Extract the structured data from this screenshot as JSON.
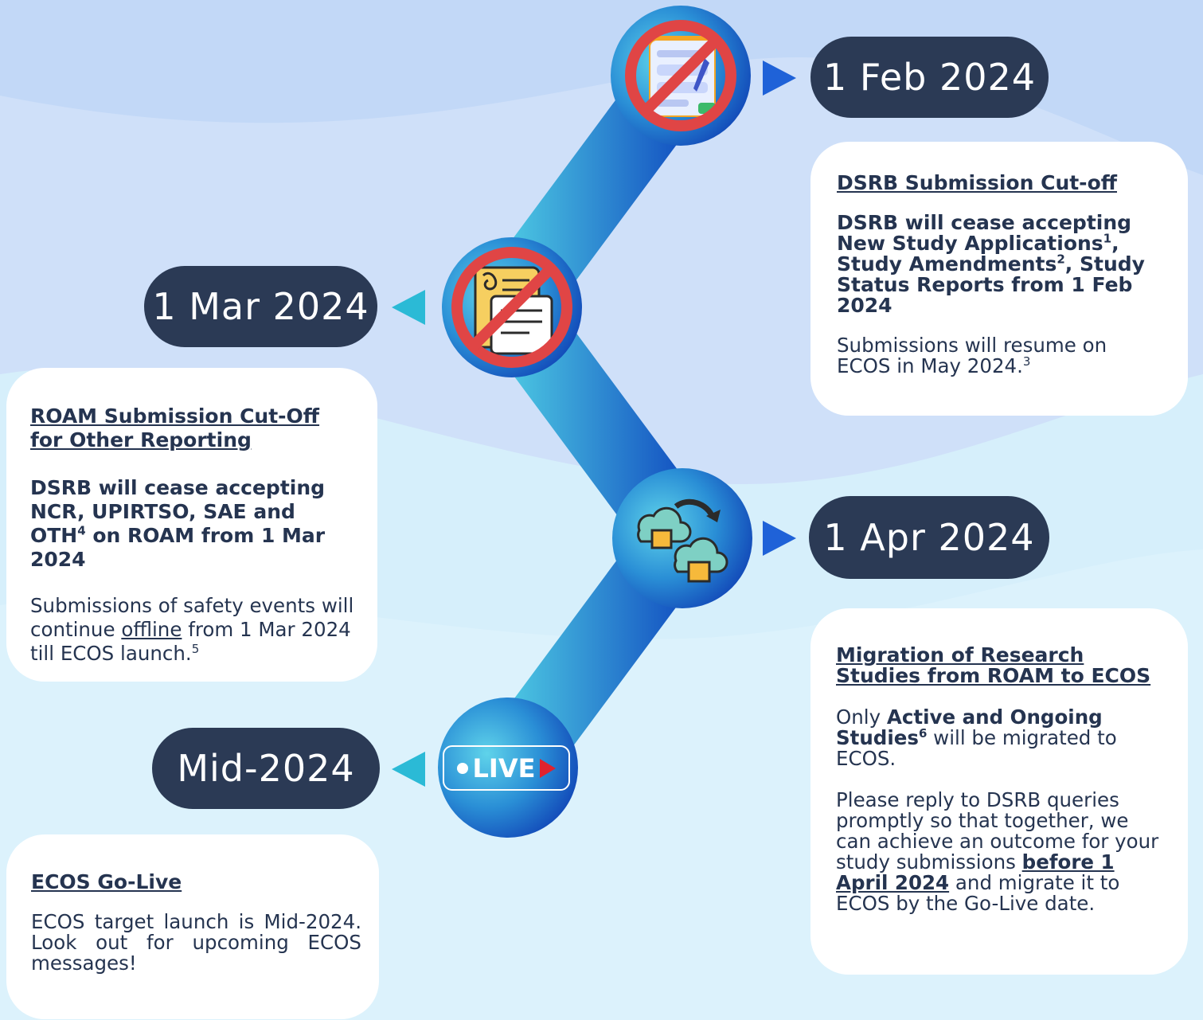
{
  "milestones": {
    "feb": {
      "date": "1 Feb 2024"
    },
    "mar": {
      "date": "1 Mar 2024"
    },
    "apr": {
      "date": "1 Apr 2024"
    },
    "mid": {
      "date": "Mid-2024"
    }
  },
  "cards": {
    "dsrb": {
      "heading": "DSRB Submission Cut-off",
      "bold_1": "DSRB will cease accepting New Study Applications",
      "sup_1": "1",
      "bold_2": ", Study Amendments",
      "sup_2": "2",
      "bold_3": ", Study Status Reports from 1 Feb 2024",
      "note": "Submissions will resume on ECOS in May 2024.",
      "note_sup": "3"
    },
    "roam": {
      "heading": "ROAM Submission Cut-Off for Other Reporting",
      "bold_1": "DSRB will cease accepting NCR, UPIRTSO, SAE and OTH",
      "sup_1": "4",
      "bold_2": " on ROAM from 1 Mar 2024",
      "note_1": "Submissions of safety events will continue ",
      "note_link": "offline",
      "note_2": " from 1 Mar 2024 till ECOS launch.",
      "note_sup": "5"
    },
    "migration": {
      "heading": "Migration of Research Studies from ROAM to ECOS",
      "p1_a": "Only ",
      "p1_bold": "Active and Ongoing Studies",
      "p1_sup": "6",
      "p1_b": " will be migrated to ECOS.",
      "p2_a": "Please reply to DSRB queries promptly so that together, we can achieve an outcome for your study submissions ",
      "p2_bold": "before 1 April 2024",
      "p2_b": " and migrate it to ECOS by the Go-Live date."
    },
    "golive": {
      "heading": "ECOS Go-Live",
      "body": "ECOS target launch is Mid-2024. Look out for upcoming ECOS messages!"
    }
  },
  "icons": {
    "node_1": "no-form-icon",
    "node_2": "no-document-icon",
    "node_3": "cloud-migration-icon",
    "node_4": "live-badge-icon"
  },
  "live_label": "LIVE",
  "colors": {
    "pill": "#2b3a55",
    "ban": "#e04545",
    "path_light": "#4cc4e0",
    "path_dark": "#1356c4"
  }
}
